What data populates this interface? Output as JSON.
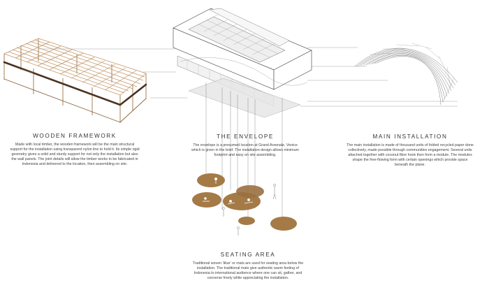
{
  "sections": {
    "wooden_framework": {
      "heading": "WOODEN FRAMEWORK",
      "body": "Made with local timber, the wooden framework will be the main structural support for the installation using transparent nylon line to hold it. Its simple rigid geometry gives a solid and sturdy support for not only the installation but also the wall panels. The joint details will allow the timber works to be fabricated in Indonesia and delivered to the location, then assembling on site."
    },
    "envelope": {
      "heading": "THE ENVELOPE",
      "body": "The envelope is a presumed location at Grand Arsenale, Venice which is given in the brief. The installation design allows minimum footprint and easy on site assembling."
    },
    "main_installation": {
      "heading": "MAIN INSTALLATION",
      "body": "The main installation is made of thousand units of folded recycled paper done collectively, made possible through communities engagement. Several units attached together with coconut fibre hook then form a module. The modules shape the free-flowing form with certain openings which provide space beneath the plane."
    },
    "seating_area": {
      "heading": "SEATING AREA",
      "body": "Traditional woven 'tikar' or mats are used for seating area below the installation. The traditional mats give authentic warm feeling of Indonesia to international audience where one can sit, gather, and converse freely while appreciating the installation."
    }
  },
  "colors": {
    "timber": "#b58a5a",
    "timber_dark": "#6a4a2a",
    "mat": "#a47a46",
    "line": "#555555",
    "mesh": "#7a7a7a"
  }
}
